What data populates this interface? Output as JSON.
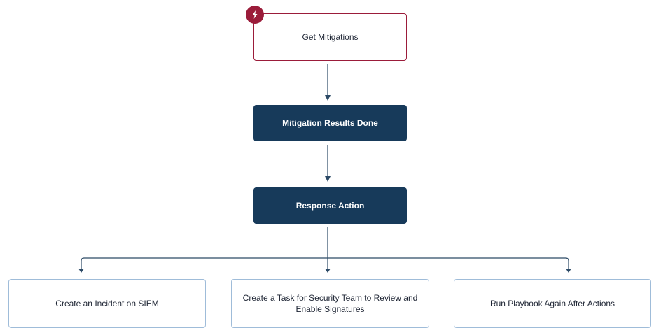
{
  "nodes": {
    "get_mitigations": "Get Mitigations",
    "mitigation_results_done": "Mitigation Results Done",
    "response_action": "Response Action",
    "create_incident_siem": "Create an Incident on SIEM",
    "create_task_security_team": "Create a Task for Security Team to Review and Enable Signatures",
    "run_playbook_again": "Run Playbook Again After Actions"
  },
  "icons": {
    "trigger": "lightning-bolt-icon"
  },
  "colors": {
    "trigger_border": "#9b1c3a",
    "dark_node_fill": "#173a5a",
    "leaf_border": "#9fbcd9",
    "connector": "#2c4a66"
  }
}
